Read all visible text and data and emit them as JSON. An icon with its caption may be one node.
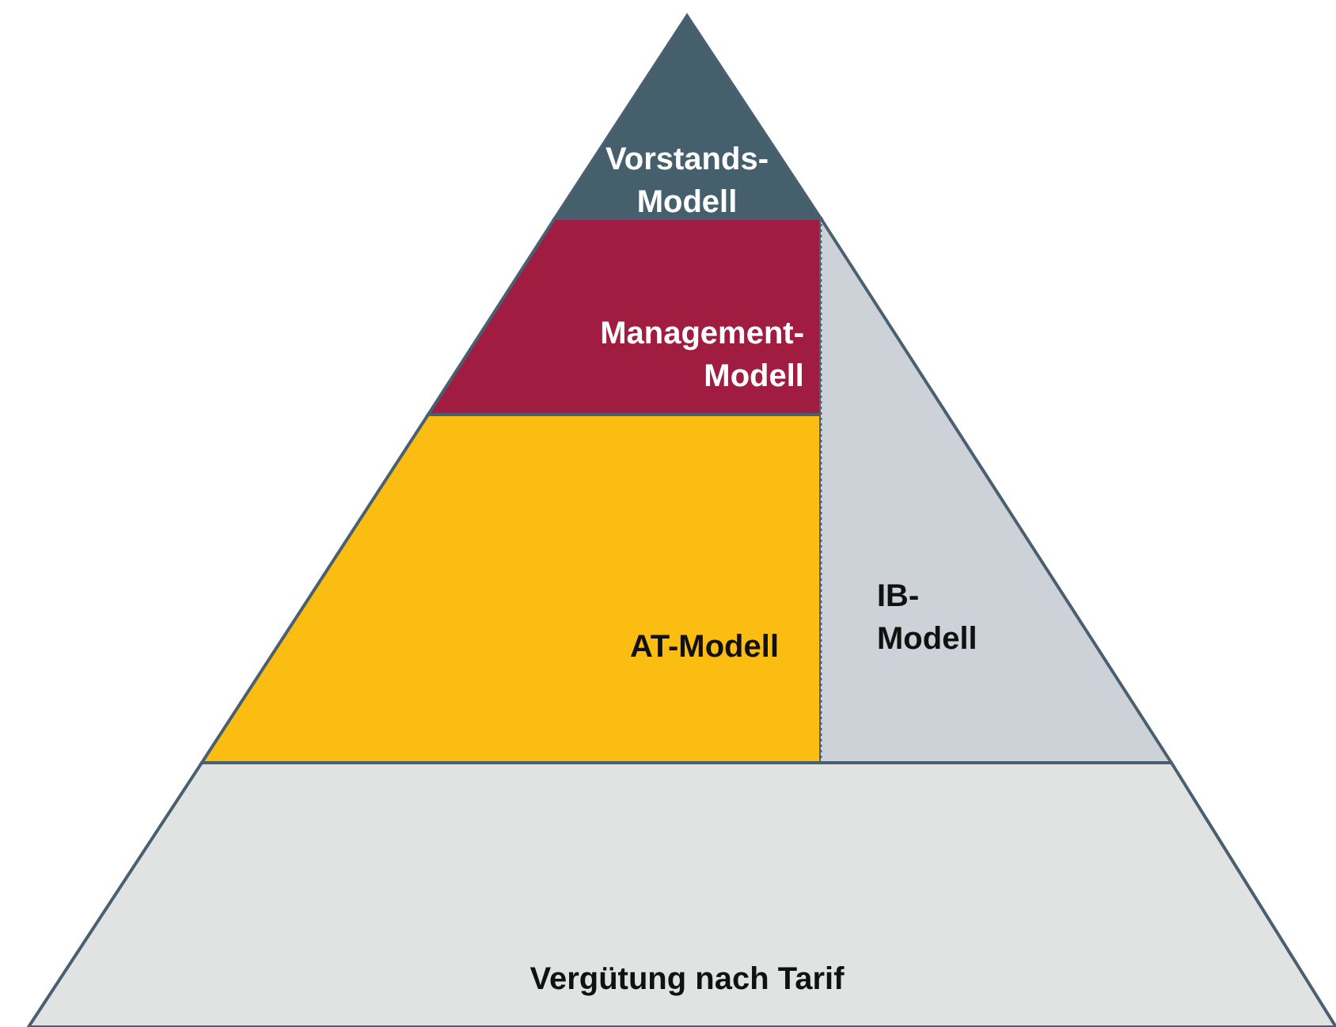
{
  "diagram": {
    "nodes": [
      {
        "text": [
          "Vorstands-Modell"
        ]
      },
      {
        "text": [
          "Management-Modell"
        ]
      },
      {
        "text": [
          "AT-Modell"
        ]
      },
      {
        "text": [
          "IB-Modell"
        ]
      },
      {
        "text": [
          "Vergütung nach Tarif"
        ]
      }
    ]
  }
}
